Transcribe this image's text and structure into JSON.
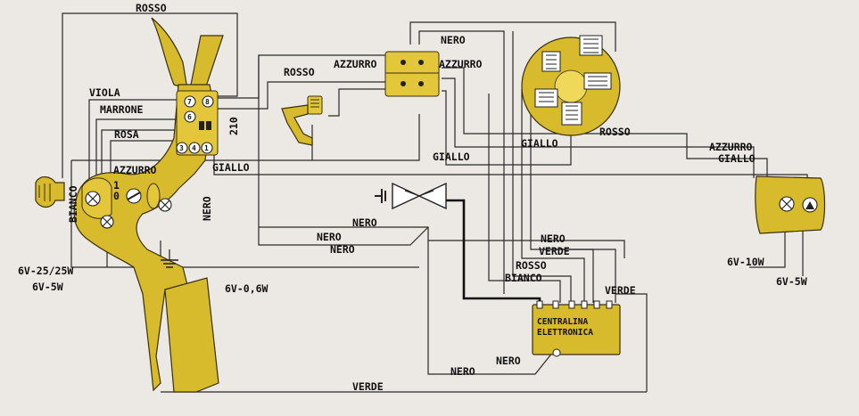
{
  "colors": {
    "paper": "#ece8e3",
    "component_yellow": "#d8bb2c",
    "wire": "#2a2a2a"
  },
  "labels": {
    "rosso_top": "ROSSO",
    "viola": "VIOLA",
    "marrone": "MARRONE",
    "rosa": "ROSA",
    "azzurro_left": "AZZURRO",
    "giallo_left": "GIALLO",
    "bianco": "BIANCO",
    "nero_vertical": "NERO",
    "rosso_switch": "ROSSO",
    "azzurro_conn_left": "AZZURRO",
    "azzurro_conn_right": "AZZURRO",
    "nero_top": "NERO",
    "giallo_mid": "GIALLO",
    "giallo_stator": "GIALLO",
    "rosso_stator": "ROSSO",
    "azzurro_right": "AZZURRO",
    "giallo_right": "GIALLO",
    "nero_a": "NERO",
    "nero_b": "NERO",
    "nero_c": "NERO",
    "nero_d": "NERO",
    "verde_a": "VERDE",
    "rosso_low": "ROSSO",
    "bianco_low": "BIANCO",
    "verde_b": "VERDE",
    "nero_e": "NERO",
    "nero_f": "NERO",
    "verde_bottom": "VERDE",
    "cdi_line1": "CENTRALINA",
    "cdi_line2": "ELETTRONICA",
    "terminal_210": "210",
    "pin_7": "7",
    "pin_8": "8",
    "pin_6": "6",
    "pin_3": "3",
    "pin_4": "4",
    "pin_1": "1",
    "sw_1": "1",
    "sw_0": "0"
  },
  "bulbs": {
    "headlight": "6V-25/25W",
    "pilot": "6V-5W",
    "speedo": "6V-0,6W",
    "stop": "6V-10W",
    "tail": "6V-5W"
  }
}
